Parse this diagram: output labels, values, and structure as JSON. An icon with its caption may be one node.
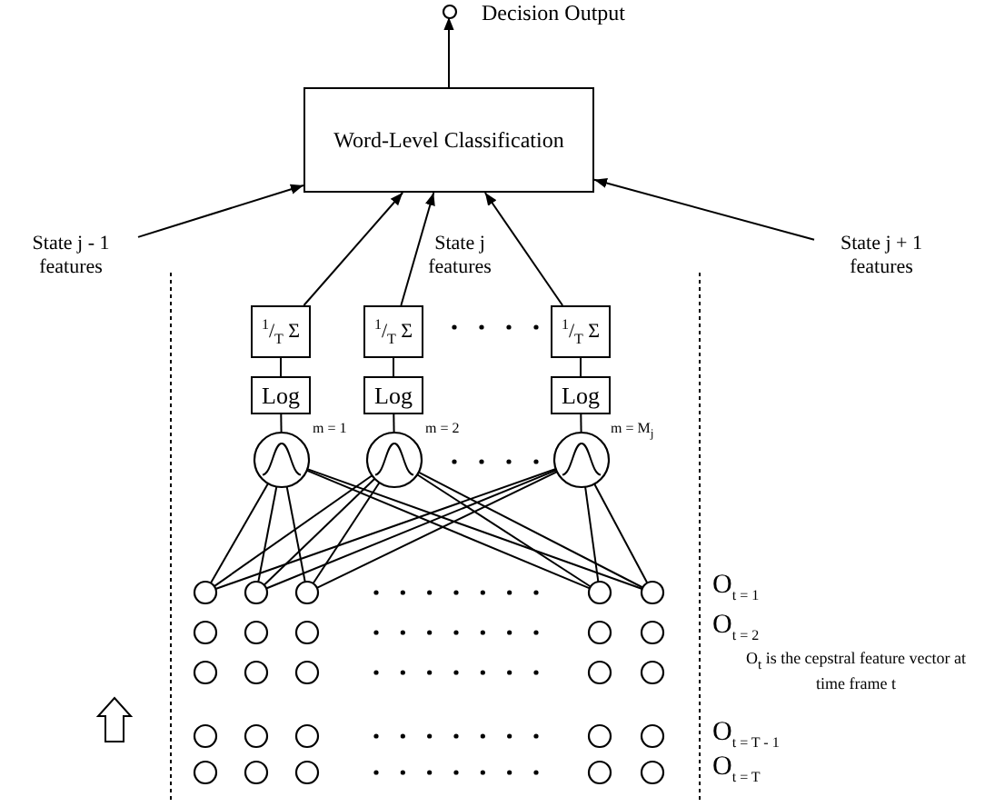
{
  "diagram": {
    "nodes": [
      {
        "text": [],
        "shape": "circle",
        "beside": [
          "Decision Output"
        ]
      },
      {
        "text": [
          "Word-Level Classification"
        ]
      },
      {
        "text": [
          "State j - 1 features"
        ]
      },
      {
        "text": [
          "State j + 1 features"
        ]
      },
      {
        "text": [
          "$^{1}$/$_{T}$ Σ"
        ]
      },
      {
        "text": [
          "$^{1}$/$_{T}$ Σ"
        ]
      },
      {
        "text": [
          "$^{1}$/$_{T}$ Σ"
        ]
      },
      {
        "text": [
          "Log"
        ]
      },
      {
        "text": [
          "Log"
        ]
      },
      {
        "text": [
          "Log"
        ]
      },
      {
        "text": [],
        "shape": "circle",
        "beside": [
          "m = 1"
        ]
      },
      {
        "text": [],
        "shape": "circle",
        "beside": [
          "m = 2"
        ]
      },
      {
        "text": [],
        "shape": "circle",
        "beside": [
          "m = M$_{j}$"
        ]
      },
      {
        "text": [],
        "shape": "circle"
      },
      {
        "text": [],
        "shape": "circle"
      },
      {
        "text": [],
        "shape": "circle"
      },
      {
        "text": [],
        "shape": "circle"
      },
      {
        "text": [],
        "shape": "circle"
      },
      {
        "text": [],
        "shape": "circle"
      },
      {
        "text": [],
        "shape": "circle"
      },
      {
        "text": [],
        "shape": "circle"
      },
      {
        "text": [],
        "shape": "circle"
      },
      {
        "text": [],
        "shape": "circle"
      },
      {
        "text": [],
        "shape": "circle"
      },
      {
        "text": [],
        "shape": "circle"
      },
      {
        "text": [],
        "shape": "circle"
      },
      {
        "text": [],
        "shape": "circle"
      },
      {
        "text": [],
        "shape": "circle"
      },
      {
        "text": [],
        "shape": "circle"
      },
      {
        "text": [],
        "shape": "circle"
      },
      {
        "text": [],
        "shape": "circle"
      },
      {
        "text": [],
        "shape": "circle"
      },
      {
        "text": [],
        "shape": "circle"
      },
      {
        "text": [],
        "shape": "circle"
      },
      {
        "text": [],
        "shape": "circle"
      },
      {
        "text": [],
        "shape": "circle"
      },
      {
        "text": [],
        "shape": "circle"
      },
      {
        "text": [],
        "shape": "circle"
      }
    ],
    "edges": [
      {
        "from": 1,
        "to": 0,
        "arrow": "to"
      },
      {
        "from": 2,
        "to": 1,
        "arrow": "to"
      },
      {
        "from": 4,
        "to": 1,
        "arrow": "to"
      },
      {
        "from": 5,
        "to": 1,
        "arrow": "to"
      },
      {
        "from": 6,
        "to": 1,
        "arrow": "to"
      },
      {
        "from": 3,
        "to": 1,
        "arrow": "to"
      },
      {
        "from": 7,
        "to": 4,
        "arrow": "none"
      },
      {
        "from": 8,
        "to": 5,
        "arrow": "none"
      },
      {
        "from": 9,
        "to": 6,
        "arrow": "none"
      },
      {
        "from": 10,
        "to": 7,
        "arrow": "none"
      },
      {
        "from": 11,
        "to": 8,
        "arrow": "none"
      },
      {
        "from": 12,
        "to": 9,
        "arrow": "none"
      },
      {
        "from": 10,
        "to": 13,
        "arrow": "none"
      },
      {
        "from": 10,
        "to": 14,
        "arrow": "none"
      },
      {
        "from": 10,
        "to": 15,
        "arrow": "none"
      },
      {
        "from": 10,
        "to": 16,
        "arrow": "none"
      },
      {
        "from": 10,
        "to": 17,
        "arrow": "none"
      },
      {
        "from": 11,
        "to": 13,
        "arrow": "none"
      },
      {
        "from": 11,
        "to": 14,
        "arrow": "none"
      },
      {
        "from": 11,
        "to": 15,
        "arrow": "none"
      },
      {
        "from": 11,
        "to": 16,
        "arrow": "none"
      },
      {
        "from": 11,
        "to": 17,
        "arrow": "none"
      },
      {
        "from": 12,
        "to": 13,
        "arrow": "none"
      },
      {
        "from": 12,
        "to": 14,
        "arrow": "none"
      },
      {
        "from": 12,
        "to": 15,
        "arrow": "none"
      },
      {
        "from": 12,
        "to": 16,
        "arrow": "none"
      },
      {
        "from": 12,
        "to": 17,
        "arrow": "none"
      }
    ],
    "labels": [
      "State j features",
      "O$_{t = 1}$",
      "O$_{t = 2}$",
      "O$_{t}$ is the cepstral feature vector at time frame t",
      "O$_{t = T - 1}$",
      "O$_{t = T}$"
    ]
  }
}
